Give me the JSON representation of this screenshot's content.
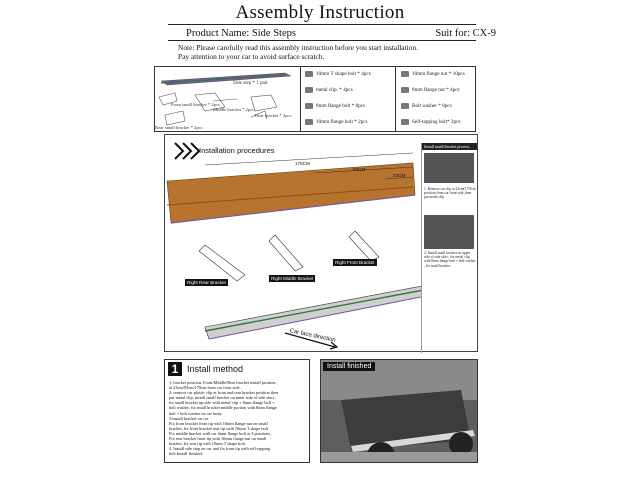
{
  "header": {
    "title": "Assembly Instruction",
    "product_name": "Product Name: Side Steps",
    "suit_for": "Suit for:  CX-9"
  },
  "note": {
    "line1": "Note: Please carefully read this assembly instruction before you start installation.",
    "line2": "Pay attention to your car to avoid surface scratch."
  },
  "parts_left": {
    "side_step": "Side step * 1 pair",
    "front_small": "Front small bracket * 2pcs",
    "middle": "Middle bracket * 2pcs",
    "rear_small": "Rear small bracket * 2pcs",
    "rear": "Rear bracket * 2pcs"
  },
  "parts_right": {
    "t_bolt": "10mm  T shape bolt  * 4pcs",
    "flange_nut": "10mm flange nut * 10pcs",
    "metal_clip": "metal clip. * 4pcs",
    "flange_8mm_nut": "8mm flange nut * 4pcs",
    "flange_8mm_bolt": "8mm flange bolt * 8pcs",
    "washer": "Bolt washer * 8pcs",
    "flange_10mm_bolt": "10mm flange bolt * 2pcs",
    "self_tap": "Self-tapping bolt* 2pcs"
  },
  "procedure": {
    "label": "Installation procedures",
    "dim_178": "178CM",
    "dim_93": "93CM",
    "dim_23": "23CM",
    "rear_bracket": "Right Rear Bracket",
    "middle_bracket": "Right Middle Bracket",
    "front_bracket": "Right Front Bracket",
    "car_face": "Car face direction",
    "side_head": "Install small bracket process",
    "side_step1": "1. Remove car clip at 23cm(17/9cm position from car front side ,then put metal clip.",
    "side_step2": "2. Install small bracket on upper side of side skirt , fix metal clip with 8mm flange bolt + bolt washer , fix small bracket."
  },
  "method": {
    "num": "1",
    "title": "Install method",
    "body": "1: bracket position,  Front/Middle/Rear bracket install position\nat 23cm/93cm/178cm from car front side .\n2: remove car plastic clip at front and rear bracket position then\nput metal clip,  install small bracket on inner side of side skirt ,\nfix small bracket up side with  metal clip + 8mm flange bolt +\nbolt washer,  fix small bracket middle portion with 8mm flange\nbolt + bolt washer on car body.\n3:install bracket on car\nFix front bracket front tip with 10mm flange nut on small\nbracket, fix front bracket rear tip with 10mm T shape bolt\nFix middle bracket with car 6mm flange bolt at 3 positions,\nFix rear bracket front tip with  10mm  flange nut on small\nbracket, fix rear tip with 10mm T shape bolt.\n4. Install side step on car and fix front tip with self-tapping\nbolt.Install finished"
  },
  "photo": {
    "label": "Install finished"
  }
}
